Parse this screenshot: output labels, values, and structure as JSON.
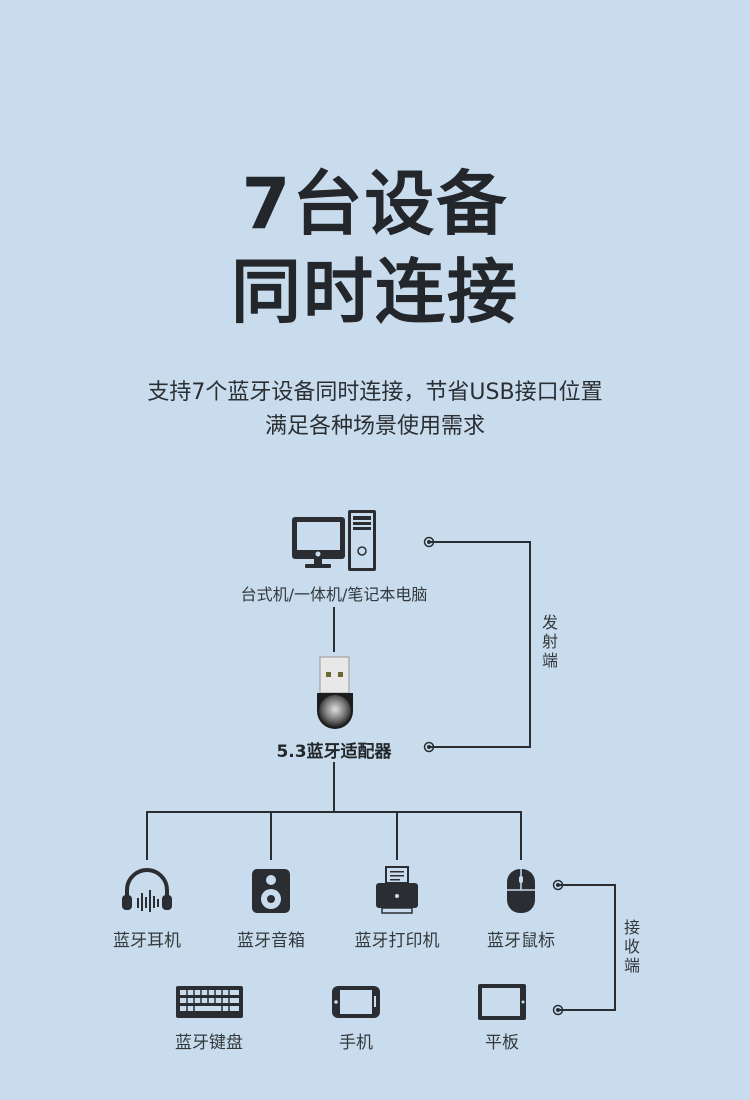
{
  "headline": {
    "line1": "7台设备",
    "line2": "同时连接"
  },
  "subtitle": {
    "line1": "支持7个蓝牙设备同时连接，节省USB接口位置",
    "line2": "满足各种场景使用需求"
  },
  "source": {
    "label": "台式机/一体机/笔记本电脑",
    "icon": "desktop-computer-icon"
  },
  "adapter": {
    "label": "5.3蓝牙适配器",
    "icon": "usb-bluetooth-adapter-icon"
  },
  "transmit_side": "发射端",
  "receive_side": "接收端",
  "devices_row1": [
    {
      "label": "蓝牙耳机",
      "icon": "headphones-icon"
    },
    {
      "label": "蓝牙音箱",
      "icon": "speaker-icon"
    },
    {
      "label": "蓝牙打印机",
      "icon": "printer-icon"
    },
    {
      "label": "蓝牙鼠标",
      "icon": "mouse-icon"
    }
  ],
  "devices_row2": [
    {
      "label": "蓝牙键盘",
      "icon": "keyboard-icon"
    },
    {
      "label": "手机",
      "icon": "phone-icon"
    },
    {
      "label": "平板",
      "icon": "tablet-icon"
    }
  ],
  "colors": {
    "background": "#c9dced",
    "ink": "#23272b"
  }
}
